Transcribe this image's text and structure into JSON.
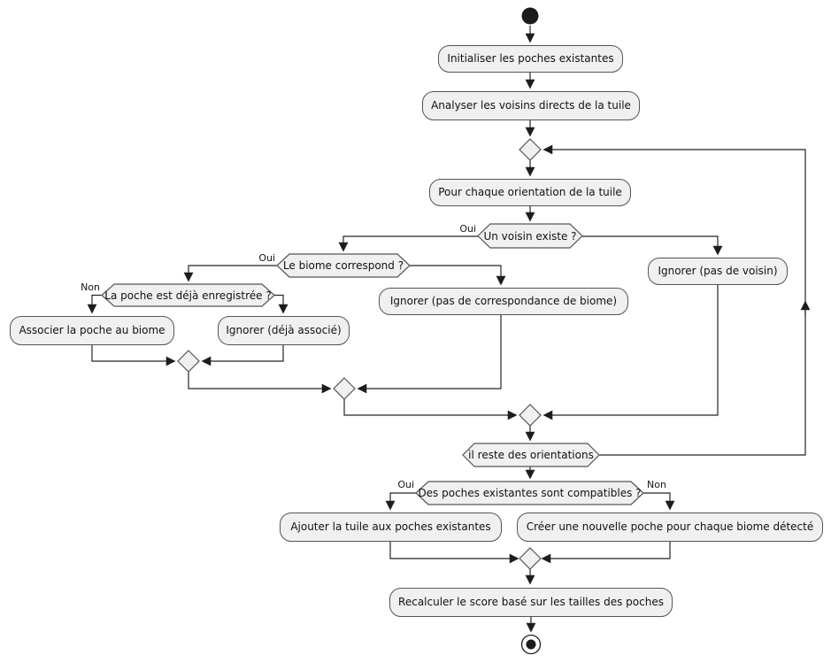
{
  "diagram": {
    "type": "activity-flowchart",
    "background": "#ffffff",
    "colors": {
      "node_fill": "#f0f0f0",
      "node_border": "#555555",
      "line": "#252525",
      "text": "#111111"
    },
    "start_symbol": "filled-circle",
    "end_symbol": "bullseye-circle",
    "nodes": {
      "init": "Initialiser les poches existantes",
      "analyser": "Analyser les voisins directs de la tuile",
      "pour_chaque": "Pour chaque orientation de la tuile",
      "associer": "Associer la poche au biome",
      "ignorer_deja": "Ignorer (déjà associé)",
      "ignorer_biome": "Ignorer (pas de correspondance de biome)",
      "ignorer_voisin": "Ignorer (pas de voisin)",
      "ajouter": "Ajouter la tuile aux poches existantes",
      "creer": "Créer une nouvelle poche pour chaque biome détecté",
      "recalculer": "Recalculer le score basé sur les tailles des poches"
    },
    "decisions": {
      "un_voisin": "Un voisin existe ?",
      "biome_correspond": "Le biome correspond ?",
      "poche_enregistree": "La poche est déjà enregistrée ?",
      "il_reste": "il reste des orientations",
      "poches_compatibles": "Des poches existantes sont compatibles ?"
    },
    "branch_labels": {
      "oui": "Oui",
      "non": "Non"
    }
  }
}
